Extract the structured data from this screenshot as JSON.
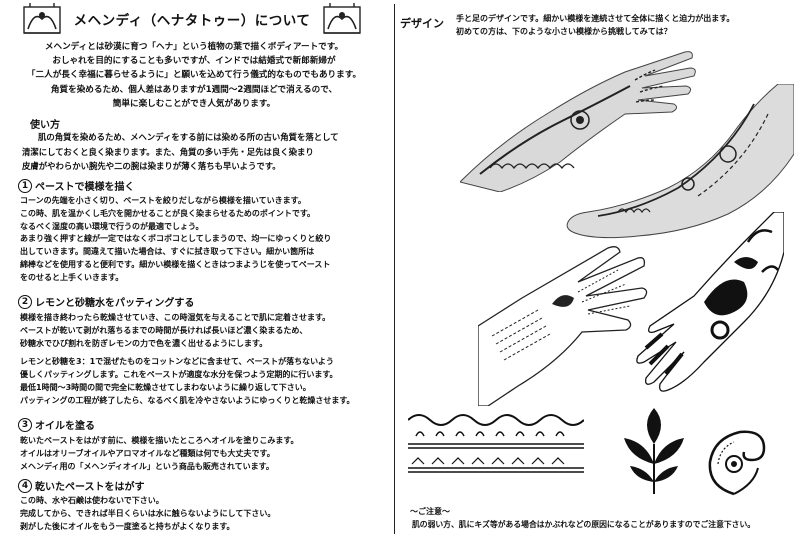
{
  "title": "メヘンディ（ヘナタトゥー）について",
  "intro_lines": [
    "メヘンディとは砂漠に育つ「ヘナ」という植物の葉で描くボディアートです。",
    "おしゃれを目的にすることも多いですが、インドでは結婚式で新郎新婦が",
    "「二人が長く幸福に暮らせるように」と願いを込めて行う儀式的なものでもあります。",
    "角質を染めるため、個人差はありますが1週間～2週間ほどで消えるので、",
    "簡単に楽しむことができ人気があります。"
  ],
  "usage": {
    "heading": "使い方",
    "lines": [
      "肌の角質を染めるため、メヘンディをする前には染める所の古い角質を落として",
      "清潔にしておくと良く染まります。また、角質の多い手先・足先は良く染まり",
      "皮膚がやわらかい腕先や二の腕は染まりが薄く落ちも早いようです。"
    ]
  },
  "sections": [
    {
      "num": "1",
      "heading": "ペーストで模様を描く",
      "lines": [
        "コーンの先端を小さく切り、ペーストを絞りだしながら模様を描いていきます。",
        "この時、肌を温かくし毛穴を開かせることが良く染まらせるためのポイントです。",
        "なるべく湿度の高い環境で行うのが最適でしょう。",
        "あまり強く押すと線が一定ではなくボコボコとしてしまうので、均一にゆっくりと絞り",
        "出していきます。間違えて描いた場合は、すぐに拭き取って下さい。細かい箇所は",
        "綿棒などを使用すると便利です。細かい模様を描くときはつまようじを使ってペースト",
        "をのせると上手くいきます。"
      ]
    },
    {
      "num": "2",
      "heading": "レモンと砂糖水をパッティングする",
      "lines": [
        "模様を描き終わったら乾燥させていき、この時湿気を与えることで肌に定着させます。",
        "ペーストが乾いて剥がれ落ちるまでの時間が長ければ長いほど濃く染まるため、",
        "砂糖水でひび割れを防ぎレモンの力で色を濃く出せるようにします。",
        "",
        "レモンと砂糖を3：1で混ぜたものをコットンなどに含ませて、ペーストが落ちないよう",
        "優しくパッティングします。これをペーストが適度な水分を保つよう定期的に行います。",
        "最低1時間～3時間の間で完全に乾燥させてしまわないように繰り返して下さい。",
        "パッティングの工程が終了したら、なるべく肌を冷やさないようにゆっくりと乾燥させます。"
      ]
    },
    {
      "num": "3",
      "heading": "オイルを塗る",
      "lines": [
        "乾いたペーストをはがす前に、模様を描いたところへオイルを塗りこみます。",
        "オイルはオリーブオイルやアロマオイルなど種類は何でも大丈夫です。",
        "メヘンディ用の「メヘンディオイル」という商品も販売されています。"
      ]
    },
    {
      "num": "4",
      "heading": "乾いたペーストをはがす",
      "lines": [
        "この時、水や石鹸は使わないで下さい。",
        "完成してから、できれば半日くらいは水に触らないようにして下さい。",
        "剥がした後にオイルをもう一度塗ると持ちがよくなります。"
      ]
    }
  ],
  "design": {
    "heading": "デザイン",
    "lines": [
      "手と足のデザインです。細かい模様を連続させて全体に描くと迫力が出ます。",
      "初めての方は、下のような小さい模様から挑戦してみては？"
    ]
  },
  "caution": {
    "heading": "～ご注意～",
    "text": "肌の弱い方、肌にキズ等がある場合はかぶれなどの原因になることがありますのでご注意下さい。"
  },
  "illustrations": [
    "hand-with-henna-illustration",
    "foot-with-henna-illustration",
    "hand-outline-pattern-illustration",
    "hand-dark-paisley-illustration",
    "border-pattern-illustration",
    "floral-motif-illustration",
    "paisley-motif-illustration"
  ]
}
